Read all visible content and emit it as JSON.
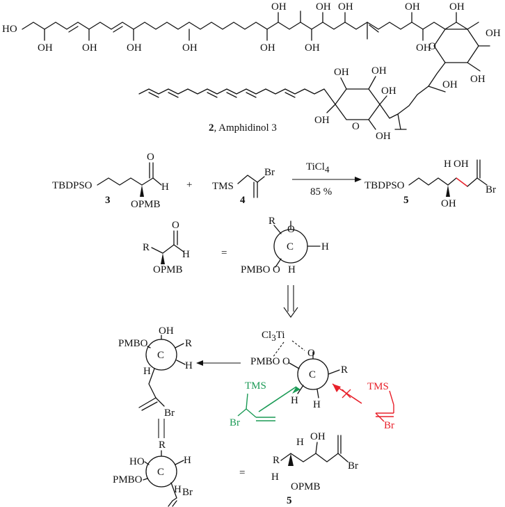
{
  "colors": {
    "ink": "#111111",
    "green": "#1a9a55",
    "red": "#e8202a"
  },
  "amphidinol": {
    "number": "2",
    "name": ", Amphidinol 3",
    "ho": "HO",
    "oh": "OH",
    "o": "O"
  },
  "reaction": {
    "reagent": "TiCl",
    "reagent_sub": "4",
    "yield": "85 %",
    "plus": "+",
    "sm3": {
      "label": "3",
      "tbdpso": "TBDPSO",
      "opmb": "OPMB",
      "o": "O",
      "h": "H"
    },
    "sm4": {
      "label": "4",
      "tms": "TMS",
      "br": "Br"
    },
    "prod5": {
      "label": "5",
      "tbdpso": "TBDPSO",
      "h": "H",
      "oh": "OH",
      "oh2": "OH",
      "br": "Br"
    }
  },
  "model": {
    "equals": "=",
    "parallel": "=",
    "r": "R",
    "h": "H",
    "o": "O",
    "c": "C",
    "opmb": "OPMB",
    "pmbo": "PMBO",
    "oh": "OH",
    "ho": "HO",
    "br": "Br",
    "tms": "TMS",
    "cl3ti": "Cl",
    "cl3ti_sub": "3",
    "ti": "Ti",
    "prod_label": "5"
  }
}
